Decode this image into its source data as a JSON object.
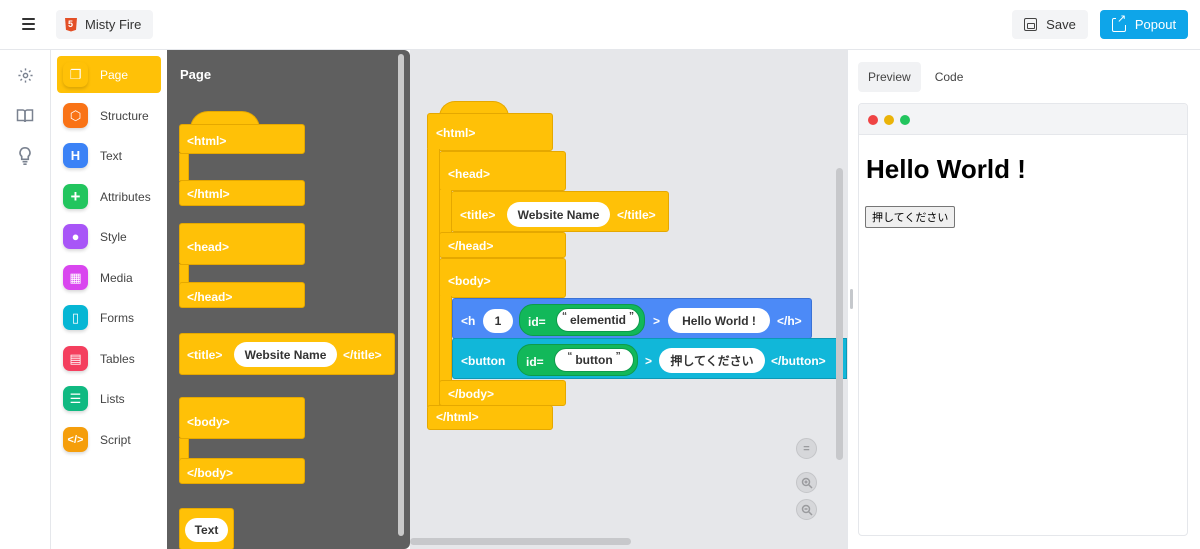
{
  "header": {
    "project_name": "Misty Fire",
    "save_label": "Save",
    "popout_label": "Popout",
    "popout_color": "#0ea5e9"
  },
  "rail": {
    "icons": [
      "gear-icon",
      "book-icon",
      "lightbulb-icon"
    ]
  },
  "categories": [
    {
      "label": "Page",
      "color": "#ffc107",
      "icon": "pages-icon"
    },
    {
      "label": "Structure",
      "color": "#f97316",
      "icon": "cube-icon"
    },
    {
      "label": "Text",
      "color": "#3b82f6",
      "icon": "heading-icon"
    },
    {
      "label": "Attributes",
      "color": "#22c55e",
      "icon": "plus-icon"
    },
    {
      "label": "Style",
      "color": "#a855f7",
      "icon": "palette-icon"
    },
    {
      "label": "Media",
      "color": "#d946ef",
      "icon": "film-icon"
    },
    {
      "label": "Forms",
      "color": "#06b6d4",
      "icon": "clipboard-icon"
    },
    {
      "label": "Tables",
      "color": "#f43f5e",
      "icon": "table-icon"
    },
    {
      "label": "Lists",
      "color": "#10b981",
      "icon": "list-icon"
    },
    {
      "label": "Script",
      "color": "#f59e0b",
      "icon": "code-icon"
    }
  ],
  "flyout": {
    "title": "Page",
    "html_open": "<html>",
    "html_close": "</html>",
    "head_open": "<head>",
    "head_close": "</head>",
    "title_open": "<title>",
    "title_value": "Website Name",
    "title_close": "</title>",
    "body_open": "<body>",
    "body_close": "</body>",
    "text_value": "Text"
  },
  "workspace": {
    "html_open": "<html>",
    "html_close": "</html>",
    "head_open": "<head>",
    "head_close": "</head>",
    "title_open": "<title>",
    "title_value": "Website Name",
    "title_close": "</title>",
    "body_open": "<body>",
    "body_close": "</body>",
    "h_open": "<h",
    "h_level": "1",
    "h_id_label": "id=",
    "h_id_value": "elementid",
    "h_gt": ">",
    "h_text": "Hello World !",
    "h_close": "</h>",
    "button_open": "<button",
    "button_id_label": "id=",
    "button_id_value": "button",
    "button_gt": ">",
    "button_text": "押してください",
    "button_close": "</button>",
    "zoom_reset": "=",
    "quote_open": "“",
    "quote_close": "”"
  },
  "preview": {
    "tab_preview": "Preview",
    "tab_code": "Code",
    "heading": "Hello World !",
    "button_label": "押してください",
    "dot_colors": [
      "#ef4444",
      "#eab308",
      "#22c55e"
    ]
  }
}
